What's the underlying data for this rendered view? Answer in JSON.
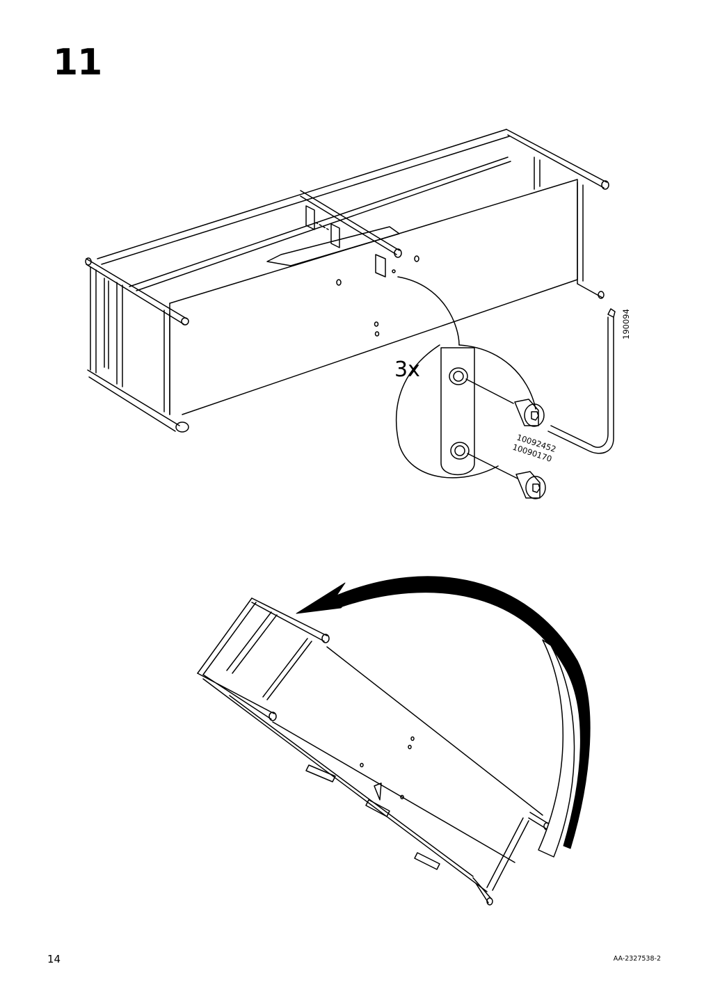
{
  "step": {
    "number": "11"
  },
  "callout": {
    "quantity": "3x",
    "screw_part_numbers": [
      "10092452",
      "10090170"
    ],
    "tool_part_number": "190094"
  },
  "footer": {
    "page_number": "14",
    "document_code": "AA-2327538-2"
  }
}
